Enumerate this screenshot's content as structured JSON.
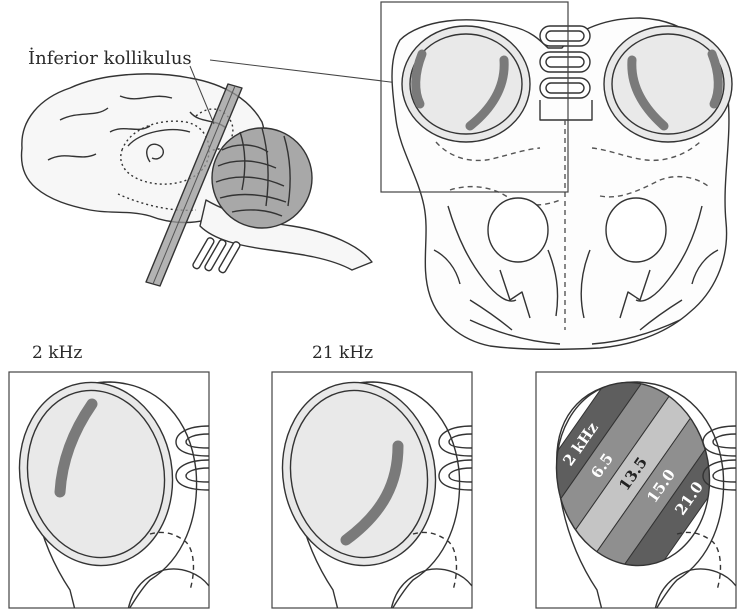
{
  "labels": {
    "structure": "İnferior kollikulus",
    "panel_left": "2 kHz",
    "panel_middle": "21 kHz"
  },
  "tonotopic_bands": [
    {
      "label": "2 kHz",
      "color": "#5e5e5e"
    },
    {
      "label": "6.5",
      "color": "#8f8f8f"
    },
    {
      "label": "13.5",
      "color": "#c4c4c4"
    },
    {
      "label": "15.0",
      "color": "#8f8f8f"
    },
    {
      "label": "21.0",
      "color": "#5e5e5e"
    }
  ],
  "colors": {
    "line": "#333333",
    "lobe_fill": "#e9e9e9",
    "band_fill": "#7a7a7a",
    "cerebellum_fill": "#a8a8a8",
    "slice_plane_fill": "#9a9a9a"
  }
}
